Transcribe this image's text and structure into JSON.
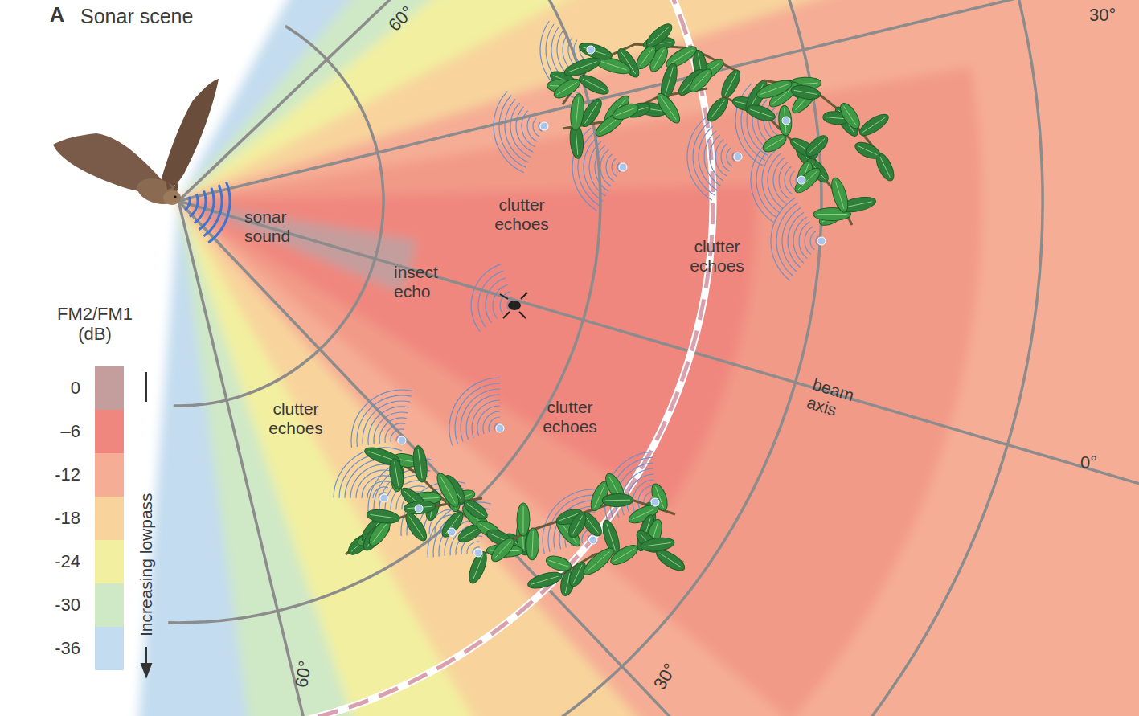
{
  "diagram": {
    "title": "Sonar scene",
    "labels": [
      "A",
      "sonar sound",
      "insect echo",
      "clutter echoes",
      "clutter echoes",
      "clutter echoes",
      "clutter echoes",
      "beam axis",
      "0°",
      "30°",
      "60°",
      "60°",
      "30°",
      "FM2/FM1 (dB)",
      "Increasing lowpass"
    ],
    "legend": [
      {
        "text": "0",
        "color": "#c49d9d"
      },
      {
        "text": "–6",
        "color": "#f0877e"
      },
      {
        "text": "-12",
        "color": "#f5ad95"
      },
      {
        "text": "-18",
        "color": "#f8d49c"
      },
      {
        "text": "-24",
        "color": "#f2f0a0"
      },
      {
        "text": "-30",
        "color": "#cfe8c6"
      },
      {
        "text": "-36",
        "color": "#c3dcef"
      }
    ]
  }
}
